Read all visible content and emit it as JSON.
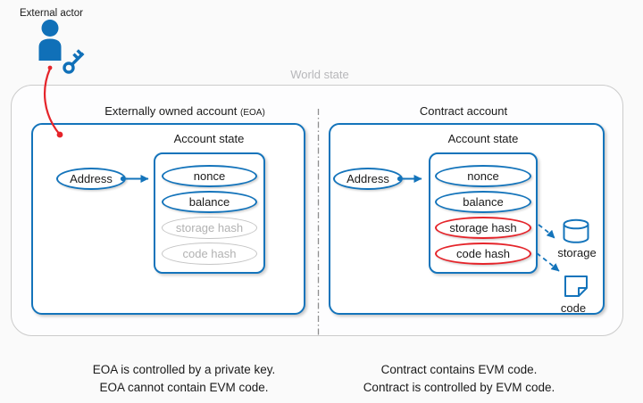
{
  "page": {
    "external_actor_label": "External actor",
    "world_state_label": "World state"
  },
  "icons": {
    "person": "person-icon",
    "key": "key-icon",
    "storage": "database-cylinder-icon",
    "code": "file-page-icon"
  },
  "colors": {
    "blue": "#1474bb",
    "red": "#e5242a",
    "gray": "#c4c4c4"
  },
  "eoa_panel": {
    "title": "Externally owned account",
    "title_suffix": "(EOA)",
    "account_state_label": "Account state",
    "address_label": "Address",
    "fields": [
      {
        "label": "nonce",
        "state": "active"
      },
      {
        "label": "balance",
        "state": "active"
      },
      {
        "label": "storage hash",
        "state": "inactive"
      },
      {
        "label": "code hash",
        "state": "inactive"
      }
    ],
    "caption_line1": "EOA is controlled by a private key.",
    "caption_line2": "EOA cannot contain EVM code."
  },
  "contract_panel": {
    "title": "Contract account",
    "account_state_label": "Account state",
    "address_label": "Address",
    "fields": [
      {
        "label": "nonce",
        "state": "active"
      },
      {
        "label": "balance",
        "state": "active"
      },
      {
        "label": "storage hash",
        "state": "highlighted-red"
      },
      {
        "label": "code hash",
        "state": "highlighted-red"
      }
    ],
    "storage_label": "storage",
    "code_label": "code",
    "caption_line1": "Contract contains EVM code.",
    "caption_line2": "Contract is controlled by EVM code."
  }
}
